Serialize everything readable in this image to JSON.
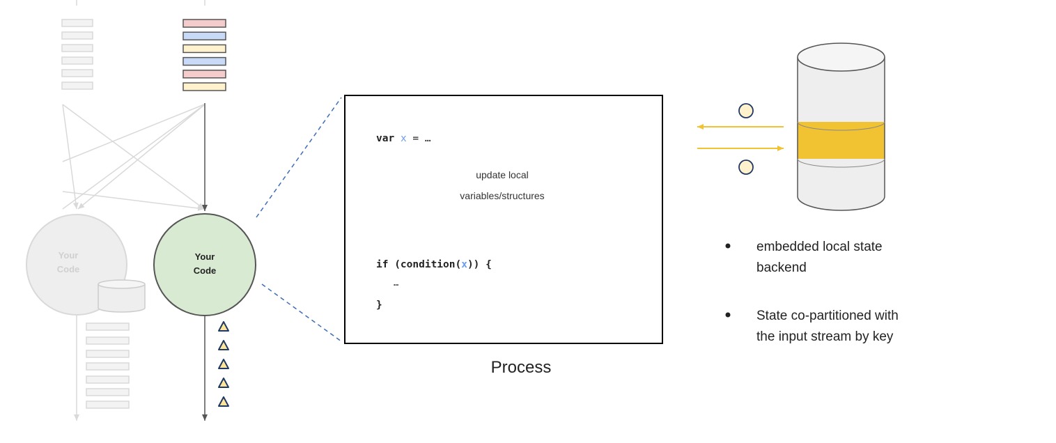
{
  "colors": {
    "faded_stroke": "#d9d9d9",
    "faded_fill": "#eeeeee",
    "active_node_fill": "#d9ead3",
    "pink": "#f4cccc",
    "blue": "#c9daf8",
    "yellow": "#fff2cc",
    "state_band": "#f1c232",
    "arrow_orange": "#f1c232",
    "dashed_blue": "#3d6cb5",
    "var_blue": "#6d9eeb",
    "triangle_fill": "#ffe599",
    "triangle_stroke": "#1f3864"
  },
  "operators": {
    "faded_label_line1": "Your",
    "faded_label_line2": "Code",
    "active_label_line1": "Your",
    "active_label_line2": "Code"
  },
  "input_queue": {
    "records": [
      "pink",
      "blue",
      "yellow",
      "blue",
      "pink",
      "yellow"
    ]
  },
  "code_box": {
    "line1_keyword": "var",
    "line1_var": "x",
    "line1_rest": " = …",
    "comment_line1": "update local",
    "comment_line2": "variables/structures",
    "line2_prefix": "if (condition(",
    "line2_var": "x",
    "line2_suffix": ")) {",
    "line3": "…",
    "line4": "}",
    "caption": "Process"
  },
  "state_backend": {
    "bullets": [
      {
        "line1": "embedded local state",
        "line2": "backend"
      },
      {
        "line1": "State co-partitioned with",
        "line2": "the input stream by key"
      }
    ]
  }
}
